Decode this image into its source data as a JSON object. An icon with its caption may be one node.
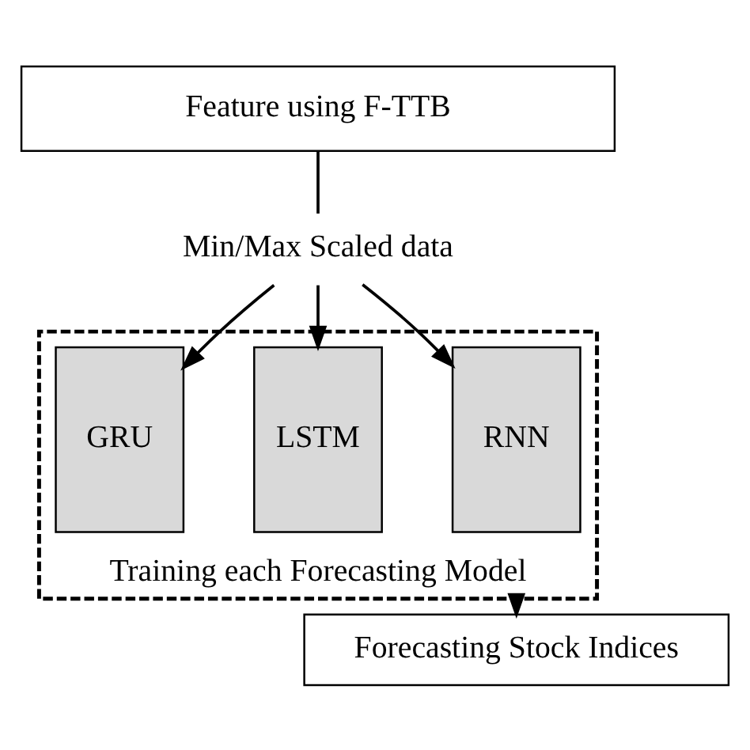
{
  "diagram": {
    "nodes": [
      {
        "text": [
          "Feature using F-TTB"
        ]
      },
      {
        "text": [
          "Min/Max Scaled data"
        ]
      },
      {
        "text": [
          "Training each Forecasting Model"
        ]
      },
      {
        "text": [
          "RNN"
        ],
        "in": 2
      },
      {
        "text": [
          "LSTM"
        ],
        "in": 2
      },
      {
        "text": [
          "GRU"
        ],
        "in": 2
      },
      {
        "text": [
          "Forecasting Stock Indices"
        ]
      }
    ],
    "edges": [
      {
        "from": 0,
        "to": 1,
        "arrow": "none"
      },
      {
        "from": 1,
        "to": 3,
        "arrow": "to"
      },
      {
        "from": 1,
        "to": 4,
        "arrow": "to"
      },
      {
        "from": 1,
        "to": 5,
        "arrow": "to"
      },
      {
        "from": 2,
        "to": 6,
        "arrow": "to"
      }
    ]
  }
}
